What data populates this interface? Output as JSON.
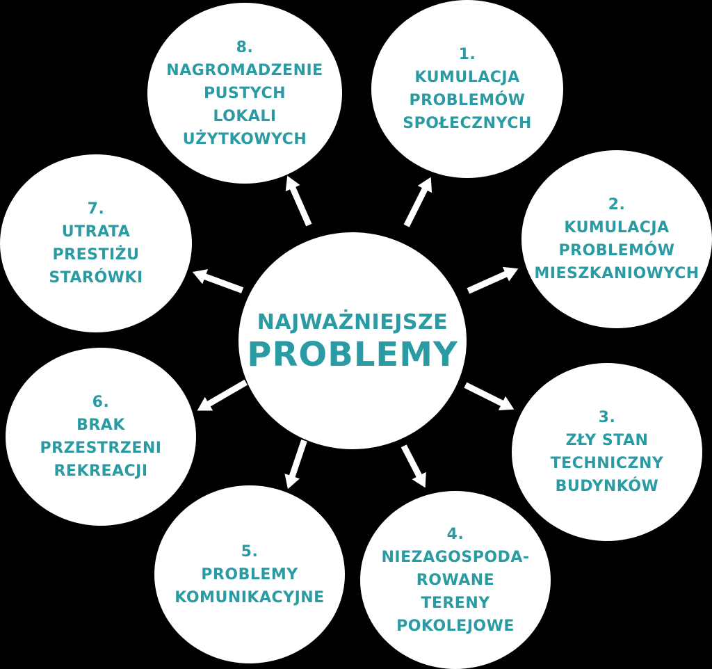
{
  "colors": {
    "background": "#000000",
    "circle": "#ffffff",
    "accent": "#2a9aa3",
    "arrow_stroke": "#000000",
    "arrow_fill": "#ffffff"
  },
  "center": {
    "line1": "NAJWAŻNIEJSZE",
    "line2": "PROBLEMY"
  },
  "problems": [
    {
      "number": "1.",
      "lines": [
        "KUMULACJA",
        "PROBLEMÓW",
        "SPOŁECZNYCH"
      ]
    },
    {
      "number": "2.",
      "lines": [
        "KUMULACJA",
        "PROBLEMÓW",
        "MIESZKANIOWYCH"
      ]
    },
    {
      "number": "3.",
      "lines": [
        "ZŁY STAN",
        "TECHNICZNY",
        "BUDYNKÓW"
      ]
    },
    {
      "number": "4.",
      "lines": [
        "NIEZAGOSPODA-",
        "ROWANE",
        "TERENY",
        "POKOLEJOWE"
      ]
    },
    {
      "number": "5.",
      "lines": [
        "PROBLEMY",
        "KOMUNIKACYJNE"
      ]
    },
    {
      "number": "6.",
      "lines": [
        "BRAK",
        "PRZESTRZENI",
        "REKREACJI"
      ]
    },
    {
      "number": "7.",
      "lines": [
        "UTRATA",
        "PRESTIŻU",
        "STARÓWKI"
      ]
    },
    {
      "number": "8.",
      "lines": [
        "NAGROMADZENIE",
        "PUSTYCH",
        "LOKALI",
        "UŻYTKOWYCH"
      ]
    }
  ]
}
